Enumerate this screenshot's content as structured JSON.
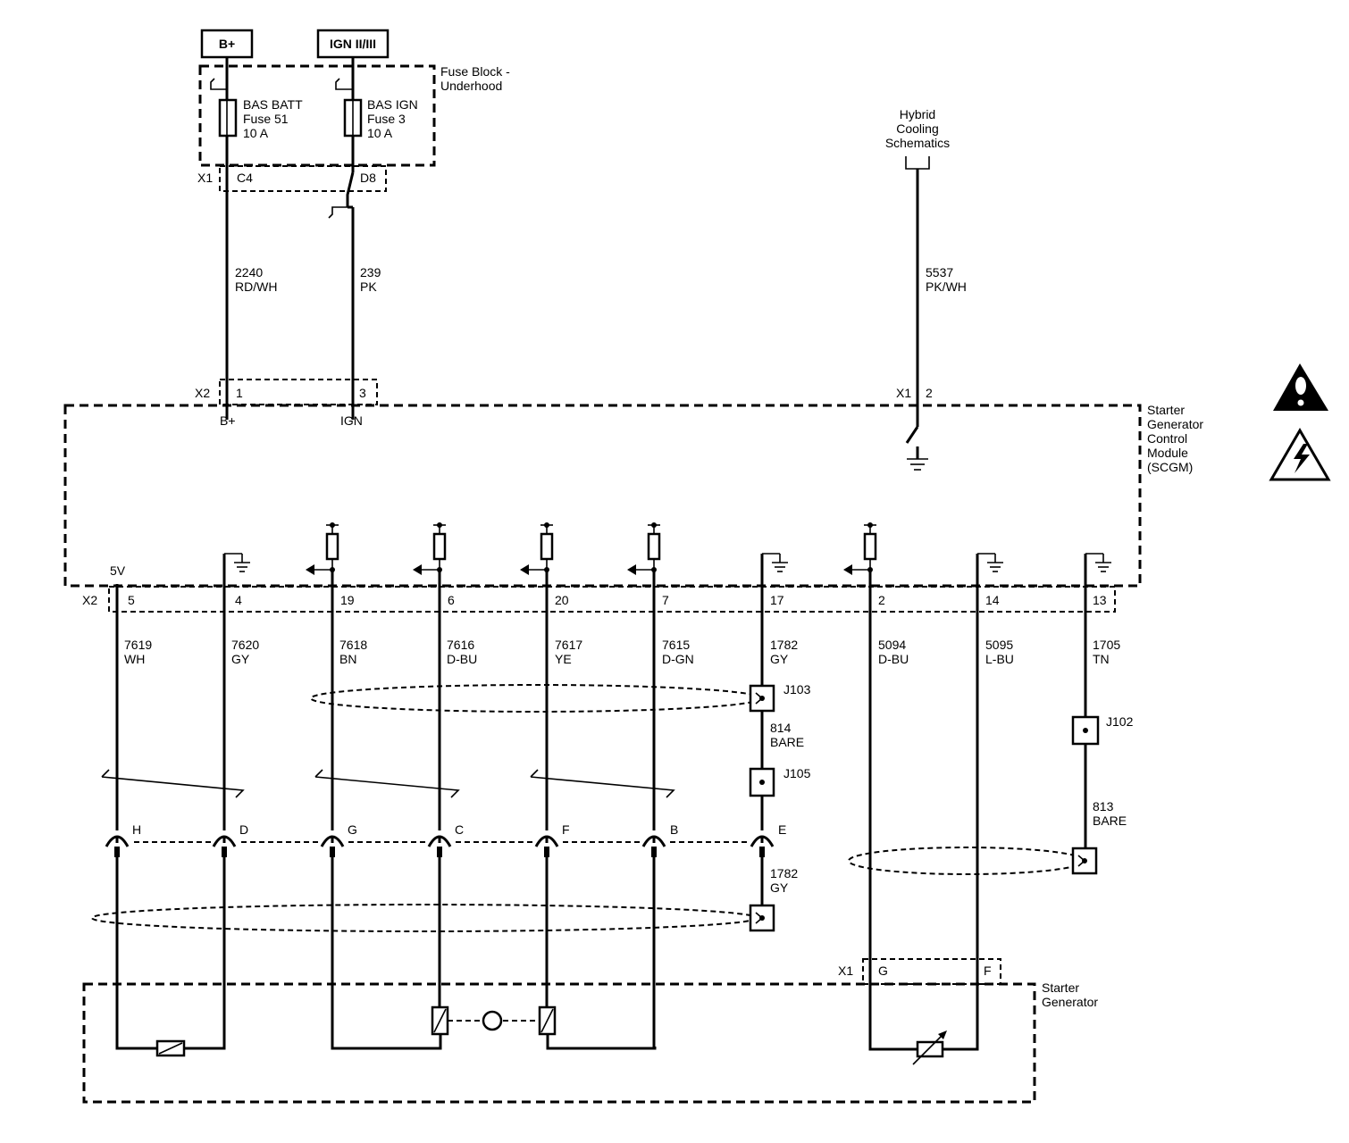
{
  "supply": {
    "bplus": "B+",
    "ign": "IGN II/III"
  },
  "fuse_block": {
    "title_1": "Fuse Block -",
    "title_2": "Underhood",
    "fuse_a": {
      "name": "BAS BATT",
      "id": "Fuse 51",
      "rating": "10 A"
    },
    "fuse_b": {
      "name": "BAS IGN",
      "id": "Fuse 3",
      "rating": "10 A"
    },
    "connector": "X1",
    "pin_a": "C4",
    "pin_b": "D8"
  },
  "hybrid_ref": {
    "line1": "Hybrid",
    "line2": "Cooling",
    "line3": "Schematics"
  },
  "upper_wires": [
    {
      "circuit": "2240",
      "color": "RD/WH"
    },
    {
      "circuit": "239",
      "color": "PK"
    },
    {
      "circuit": "5537",
      "color": "PK/WH"
    }
  ],
  "scgm": {
    "line1": "Starter",
    "line2": "Generator",
    "line3": "Control",
    "line4": "Module",
    "line5": "(SCGM)",
    "x2_top": {
      "label": "X2",
      "pin_a": "1",
      "pin_b": "3"
    },
    "x1_top": {
      "label": "X1",
      "pin": "2"
    },
    "bplus_label": "B+",
    "ign_label": "IGN",
    "five_volt": "5V",
    "x2_bottom": "X2"
  },
  "lower_pins": [
    {
      "pin": "5",
      "circuit": "7619",
      "color": "WH"
    },
    {
      "pin": "4",
      "circuit": "7620",
      "color": "GY"
    },
    {
      "pin": "19",
      "circuit": "7618",
      "color": "BN"
    },
    {
      "pin": "6",
      "circuit": "7616",
      "color": "D-BU"
    },
    {
      "pin": "20",
      "circuit": "7617",
      "color": "YE"
    },
    {
      "pin": "7",
      "circuit": "7615",
      "color": "D-GN"
    },
    {
      "pin": "17",
      "circuit": "1782",
      "color": "GY"
    },
    {
      "pin": "2",
      "circuit": "5094",
      "color": "D-BU"
    },
    {
      "pin": "14",
      "circuit": "5095",
      "color": "L-BU"
    },
    {
      "pin": "13",
      "circuit": "1705",
      "color": "TN"
    }
  ],
  "splices": {
    "j103": "J103",
    "j105": "J105",
    "j102": "J102",
    "drain_814": {
      "circuit": "814",
      "color": "BARE"
    },
    "drain_813": {
      "circuit": "813",
      "color": "BARE"
    },
    "lower_gy": {
      "circuit": "1782",
      "color": "GY"
    }
  },
  "inline_pins": [
    "H",
    "D",
    "G",
    "C",
    "F",
    "B",
    "E"
  ],
  "starter_generator": {
    "line1": "Starter",
    "line2": "Generator",
    "connector": "X1",
    "pin_g": "G",
    "pin_f": "F"
  },
  "icons": [
    "caution-icon",
    "esd-warning-icon",
    "ground-icon"
  ]
}
